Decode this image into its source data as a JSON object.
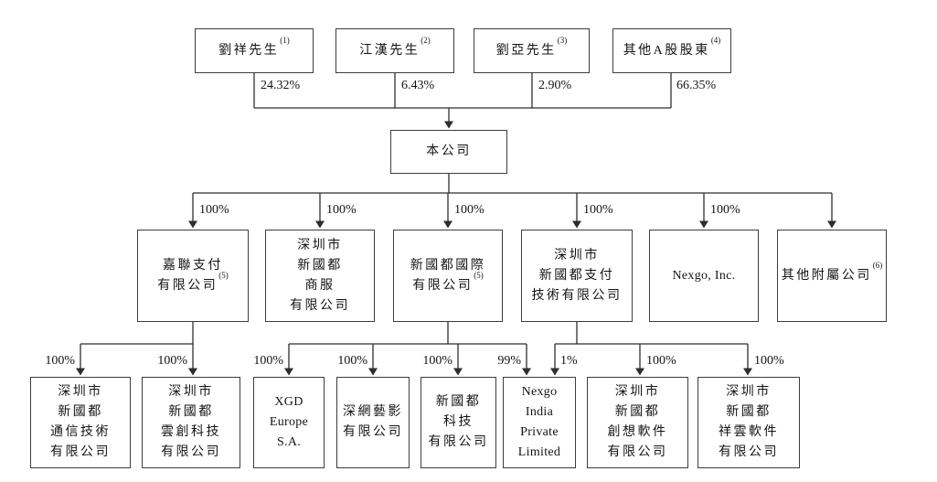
{
  "diagram": {
    "shareholders": [
      {
        "name": "劉祥先生",
        "note": "(1)",
        "percent": "24.32%"
      },
      {
        "name": "江漢先生",
        "note": "(2)",
        "percent": "6.43%"
      },
      {
        "name": "劉亞先生",
        "note": "(3)",
        "percent": "2.90%"
      },
      {
        "name": "其他A股股東",
        "note": "(4)",
        "percent": "66.35%"
      }
    ],
    "company": {
      "name": "本公司"
    },
    "subsidiaries": [
      {
        "name": "嘉聯支付\n有限公司",
        "note": "(5)",
        "percent": "100%"
      },
      {
        "name": "深圳市\n新國都\n商服\n有限公司",
        "note": "",
        "percent": "100%"
      },
      {
        "name": "新國都國際\n有限公司",
        "note": "(5)",
        "percent": "100%"
      },
      {
        "name": "深圳市\n新國都支付\n技術有限公司",
        "note": "",
        "percent": "100%"
      },
      {
        "name": "Nexgo, Inc.",
        "note": "",
        "percent": "100%"
      },
      {
        "name": "其他附屬公司",
        "note": "(6)",
        "percent": ""
      }
    ],
    "sub_subsidiaries": [
      {
        "name": "深圳市\n新國都\n通信技術\n有限公司",
        "percent": "100%"
      },
      {
        "name": "深圳市\n新國都\n雲創科技\n有限公司",
        "percent": "100%"
      },
      {
        "name": "XGD\nEurope\nS.A.",
        "percent": "100%"
      },
      {
        "name": "深網藝影\n有限公司",
        "percent": "100%"
      },
      {
        "name": "新國都\n科技\n有限公司",
        "percent": "100%"
      },
      {
        "name": "Nexgo\nIndia\nPrivate\nLimited",
        "percent_left": "99%",
        "percent_right": "1%"
      },
      {
        "name": "深圳市\n新國都\n創想軟件\n有限公司",
        "percent": "100%"
      },
      {
        "name": "深圳市\n新國都\n祥雲軟件\n有限公司",
        "percent": "100%"
      }
    ]
  }
}
